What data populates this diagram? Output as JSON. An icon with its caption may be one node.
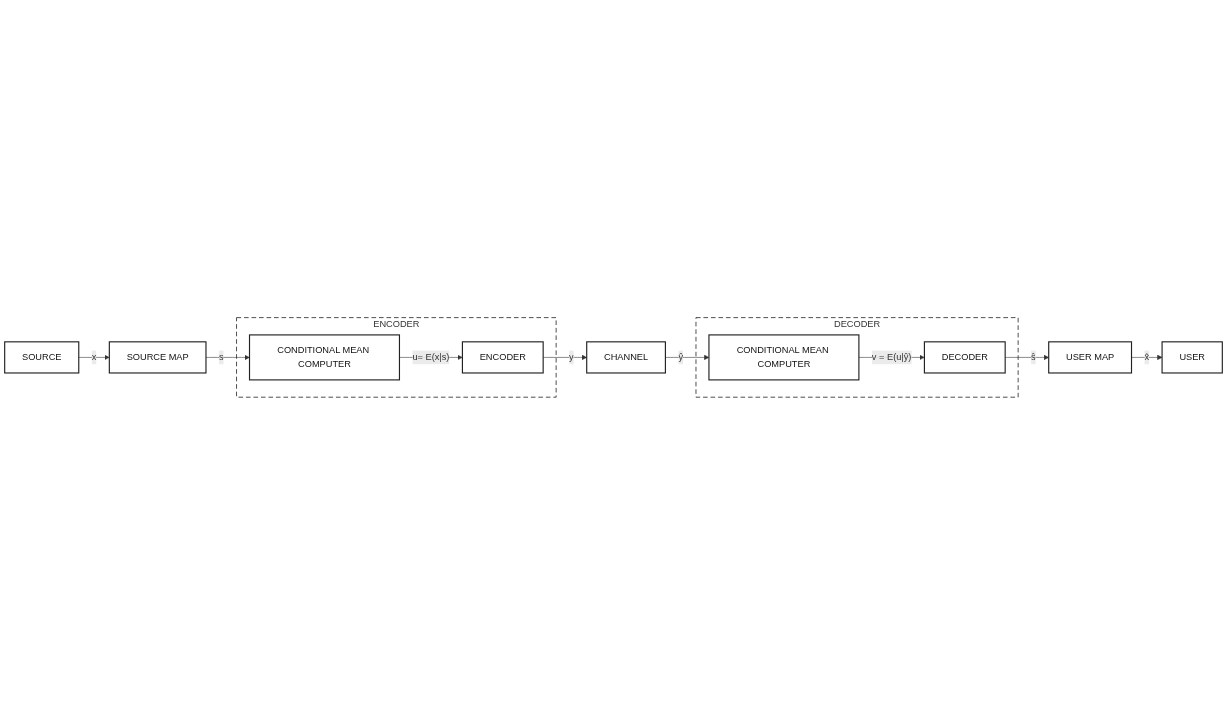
{
  "diagram": {
    "nodes": [
      {
        "text": [
          "SOURCE"
        ]
      },
      {
        "text": [
          "SOURCE MAP"
        ]
      },
      {
        "text": [
          "ENCODER"
        ]
      },
      {
        "text": [
          "CONDITIONAL MEAN COMPUTER"
        ],
        "in": 2
      },
      {
        "text": [
          "ENCODER"
        ],
        "in": 2
      },
      {
        "text": [
          "CHANNEL"
        ]
      },
      {
        "text": [
          "DECODER"
        ]
      },
      {
        "text": [
          "CONDITIONAL MEAN COMPUTER"
        ],
        "in": 6
      },
      {
        "text": [
          "DECODER"
        ],
        "in": 6
      },
      {
        "text": [
          "USER MAP"
        ]
      },
      {
        "text": [
          "USER"
        ]
      }
    ],
    "edges": [
      {
        "from": 0,
        "to": 1,
        "arrow": "to",
        "label": "x"
      },
      {
        "from": 1,
        "to": 3,
        "arrow": "to",
        "label": "s"
      },
      {
        "from": 3,
        "to": 4,
        "arrow": "to",
        "label": "u= E(x|s)"
      },
      {
        "from": 4,
        "to": 5,
        "arrow": "to",
        "label": "y"
      },
      {
        "from": 5,
        "to": 7,
        "arrow": "to",
        "label": "ŷ"
      },
      {
        "from": 7,
        "to": 8,
        "arrow": "to",
        "label": "v = E(u|ŷ)"
      },
      {
        "from": 8,
        "to": 9,
        "arrow": "to",
        "label": "ŝ"
      },
      {
        "from": 9,
        "to": 10,
        "arrow": "to",
        "label": "x̂"
      }
    ]
  }
}
